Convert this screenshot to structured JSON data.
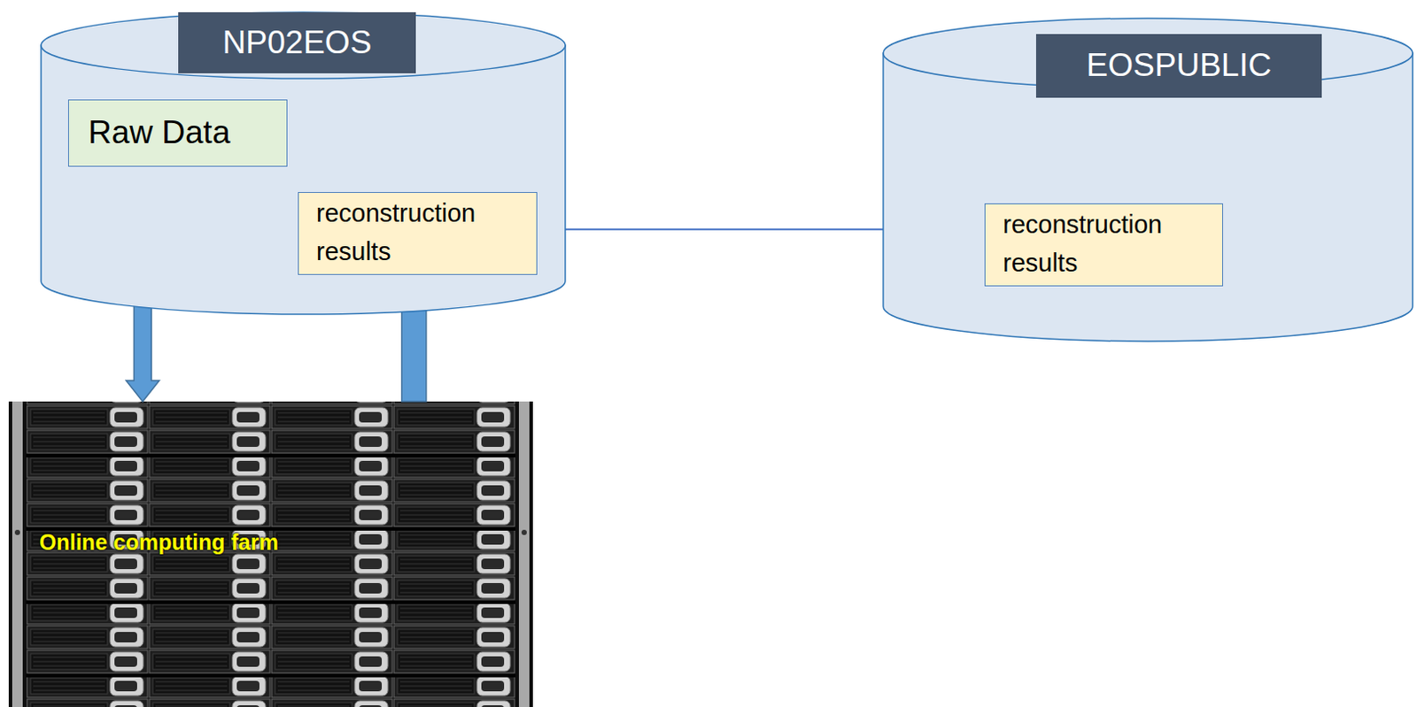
{
  "diagram": {
    "nodes": [
      {
        "text": [
          "NP02EOS"
        ]
      },
      {
        "text": [
          "Raw Data"
        ],
        "in": 0
      },
      {
        "text": [
          "reconstruction results"
        ],
        "in": 0
      },
      {
        "text": [
          "EOSPUBLIC"
        ]
      },
      {
        "text": [
          "reconstruction results"
        ],
        "in": 3
      },
      {
        "text": [
          "Online computing farm"
        ]
      }
    ],
    "edges": [
      {
        "from": 1,
        "to": 5,
        "arrow": "to"
      },
      {
        "from": 5,
        "to": 2,
        "arrow": "to"
      },
      {
        "from": 2,
        "to": 4,
        "arrow": "to"
      }
    ]
  }
}
